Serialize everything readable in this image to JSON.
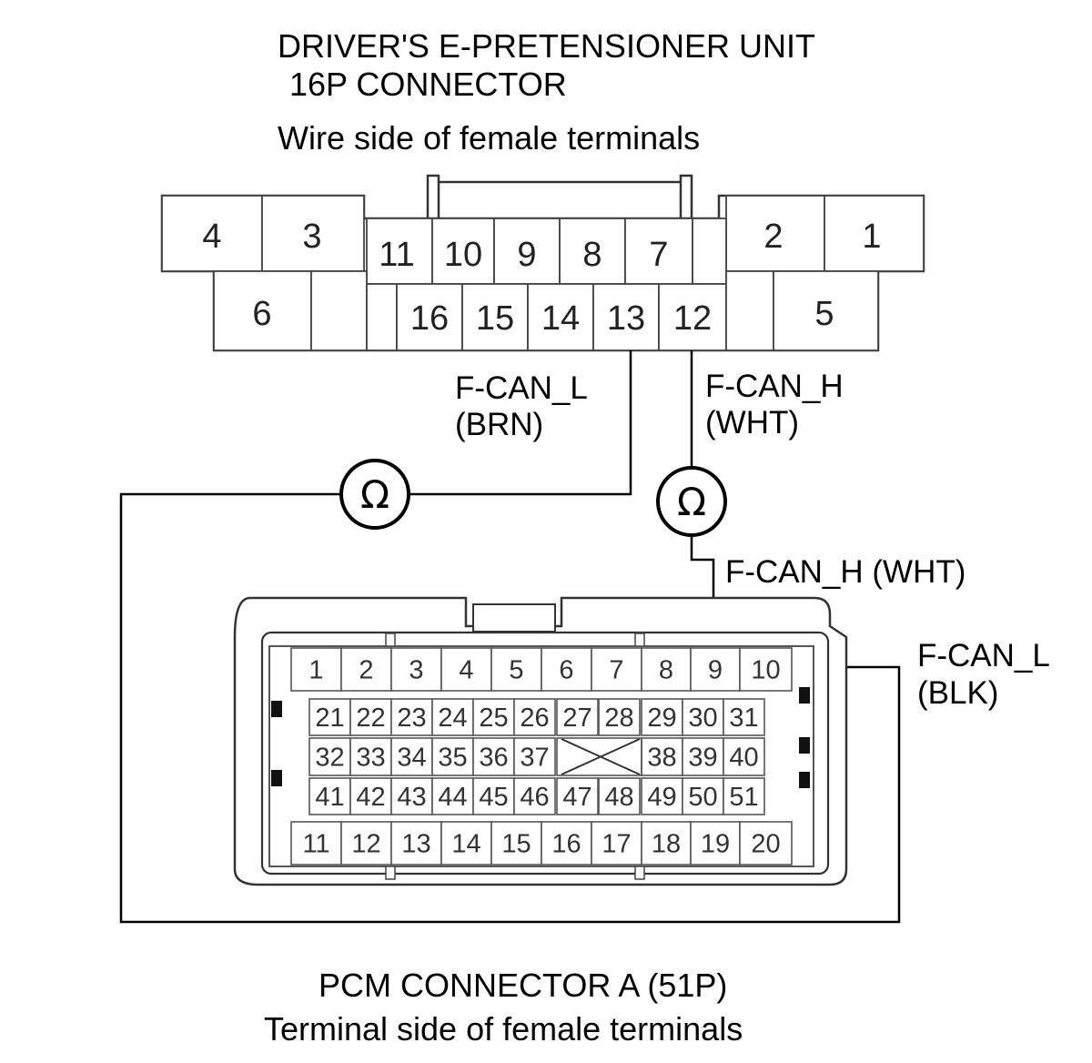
{
  "connector16": {
    "title_line1": "DRIVER'S E-PRETENSIONER UNIT",
    "title_line2": "16P CONNECTOR",
    "subtitle": "Wire side of female terminals",
    "terminals": [
      "1",
      "2",
      "3",
      "4",
      "5",
      "6",
      "7",
      "8",
      "9",
      "10",
      "11",
      "12",
      "13",
      "14",
      "15",
      "16"
    ]
  },
  "pcm": {
    "title": "PCM CONNECTOR A (51P)",
    "subtitle": "Terminal side of female terminals",
    "row1": [
      "1",
      "2",
      "3",
      "4",
      "5",
      "6",
      "7",
      "8",
      "9",
      "10"
    ],
    "row2": [
      "21",
      "22",
      "23",
      "24",
      "25",
      "26",
      "27",
      "28",
      "29",
      "30",
      "31"
    ],
    "row3": [
      "32",
      "33",
      "34",
      "35",
      "36",
      "37",
      "38",
      "39",
      "40"
    ],
    "row4": [
      "41",
      "42",
      "43",
      "44",
      "45",
      "46",
      "47",
      "48",
      "49",
      "50",
      "51"
    ],
    "row5": [
      "11",
      "12",
      "13",
      "14",
      "15",
      "16",
      "17",
      "18",
      "19",
      "20"
    ]
  },
  "wires": {
    "fcan_l_brn_line1": "F-CAN_L",
    "fcan_l_brn_line2": "(BRN)",
    "fcan_h_wht_line1": "F-CAN_H",
    "fcan_h_wht_line2": "(WHT)",
    "fcan_h_wht_pcm": "F-CAN_H (WHT)",
    "fcan_l_blk_line1": "F-CAN_L",
    "fcan_l_blk_line2": "(BLK)"
  },
  "meter_symbol": "Ω",
  "icons": [
    "ohmmeter-icon"
  ]
}
